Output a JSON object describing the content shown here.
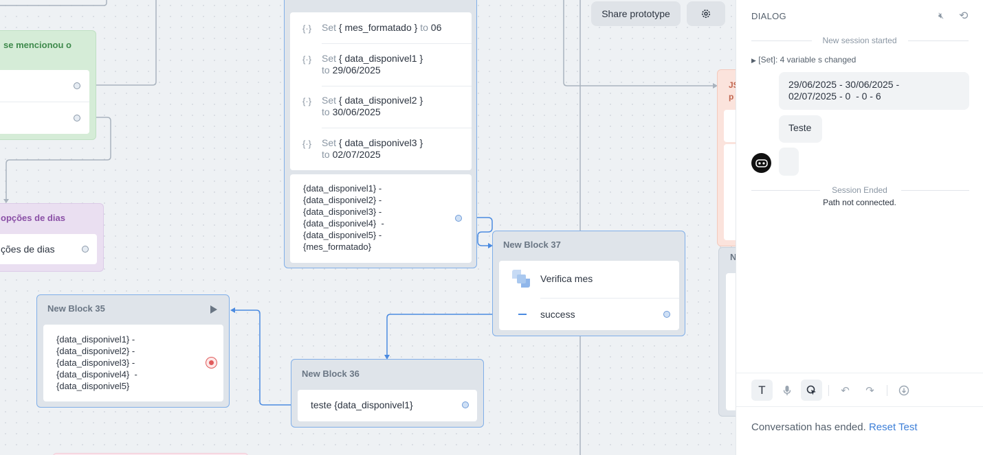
{
  "canvas": {
    "left_blocks": {
      "green_header": "se mencionou o",
      "purple_header": "opções de dias",
      "purple_item": "ções de dias"
    },
    "set_block": {
      "rows": [
        {
          "keyword": "Set",
          "variable": "{ mes_formatado }",
          "to_word": "to",
          "value": "06"
        },
        {
          "keyword": "Set",
          "variable": "{ data_disponivel1 }",
          "to_word": "to",
          "value": "29/06/2025"
        },
        {
          "keyword": "Set",
          "variable": "{ data_disponivel2 }",
          "to_word": "to",
          "value": "30/06/2025"
        },
        {
          "keyword": "Set",
          "variable": "{ data_disponivel3 }",
          "to_word": "to",
          "value": "02/07/2025"
        }
      ],
      "message": "{data_disponivel1} -\n{data_disponivel2} -\n{data_disponivel3} -\n{data_disponivel4}  -\n{data_disponivel5} -\n{mes_formatado}"
    },
    "block35": {
      "title": "New Block 35",
      "message": "{data_disponivel1} -\n{data_disponivel2} -\n{data_disponivel3} -\n{data_disponivel4}  -\n{data_disponivel5}"
    },
    "block36": {
      "title": "New Block 36",
      "message": "teste {data_disponivel1}"
    },
    "block37": {
      "title": "New Block 37",
      "step_label": "Verifica mes",
      "path_label": "success"
    },
    "right_cut": {
      "red_header": "JS\np",
      "gray_header": "N"
    }
  },
  "topbar": {
    "share_label": "Share prototype"
  },
  "dialog": {
    "title": "DIALOG",
    "new_session": "New session started",
    "set_summary": "[Set]: 4 variable s changed",
    "messages": [
      "29/06/2025 - 30/06/2025 -\n02/07/2025 - 0  - 0 - 6",
      "Teste"
    ],
    "session_ended": "Session Ended",
    "path_status": "Path not connected.",
    "footer_text": "Conversation has ended.",
    "reset_link": "Reset Test"
  },
  "colors": {
    "accent": "#3d7fd8",
    "wire": "#4a8ae0",
    "wire_gray": "#a9b3be"
  }
}
